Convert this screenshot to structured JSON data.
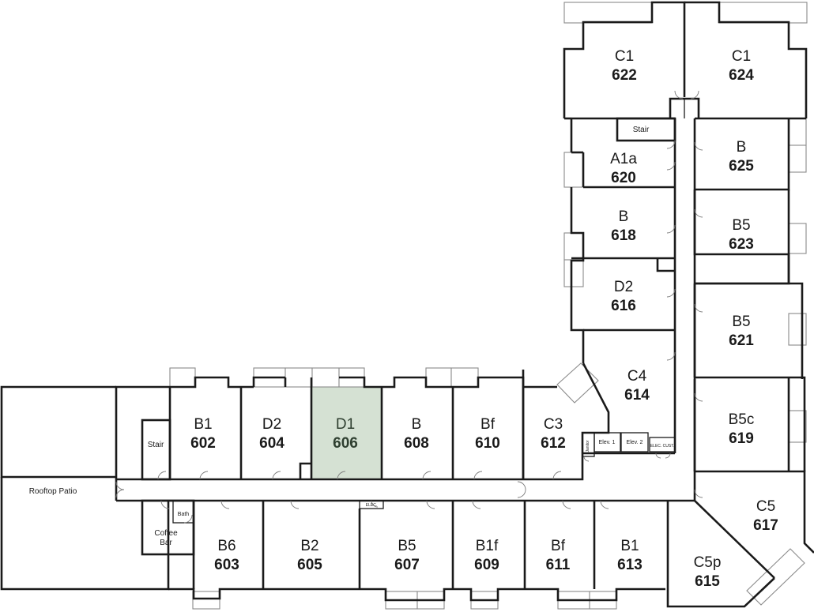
{
  "rooms": [
    {
      "id": "602",
      "type": "B1"
    },
    {
      "id": "604",
      "type": "D2"
    },
    {
      "id": "606",
      "type": "D1",
      "highlighted": true
    },
    {
      "id": "608",
      "type": "B"
    },
    {
      "id": "610",
      "type": "Bf"
    },
    {
      "id": "612",
      "type": "C3"
    },
    {
      "id": "603",
      "type": "B6"
    },
    {
      "id": "605",
      "type": "B2"
    },
    {
      "id": "607",
      "type": "B5"
    },
    {
      "id": "609",
      "type": "B1f"
    },
    {
      "id": "611",
      "type": "Bf"
    },
    {
      "id": "613",
      "type": "B1"
    },
    {
      "id": "615",
      "type": "C5p"
    },
    {
      "id": "617",
      "type": "C5"
    },
    {
      "id": "614",
      "type": "C4"
    },
    {
      "id": "616",
      "type": "D2"
    },
    {
      "id": "618",
      "type": "B"
    },
    {
      "id": "620",
      "type": "A1a"
    },
    {
      "id": "622",
      "type": "C1"
    },
    {
      "id": "624",
      "type": "C1"
    },
    {
      "id": "625",
      "type": "B"
    },
    {
      "id": "623",
      "type": "B5"
    },
    {
      "id": "621",
      "type": "B5"
    },
    {
      "id": "619",
      "type": "B5c"
    }
  ],
  "labels": {
    "rooftop_patio": "Rooftop Patio",
    "stair_west": "Stair",
    "stair_north": "Stair",
    "coffee_bar_line1": "Coffee",
    "coffee_bar_line2": "Bar",
    "bath": "Bath",
    "elev1": "Elev. 1",
    "elev2": "Elev. 2",
    "elec_cust": "ELEC. CUST.",
    "janitor": "Janitor",
    "elec": "ELEC."
  },
  "colors": {
    "highlight": "#d5e1d3",
    "wall": "#1a1a1a"
  }
}
